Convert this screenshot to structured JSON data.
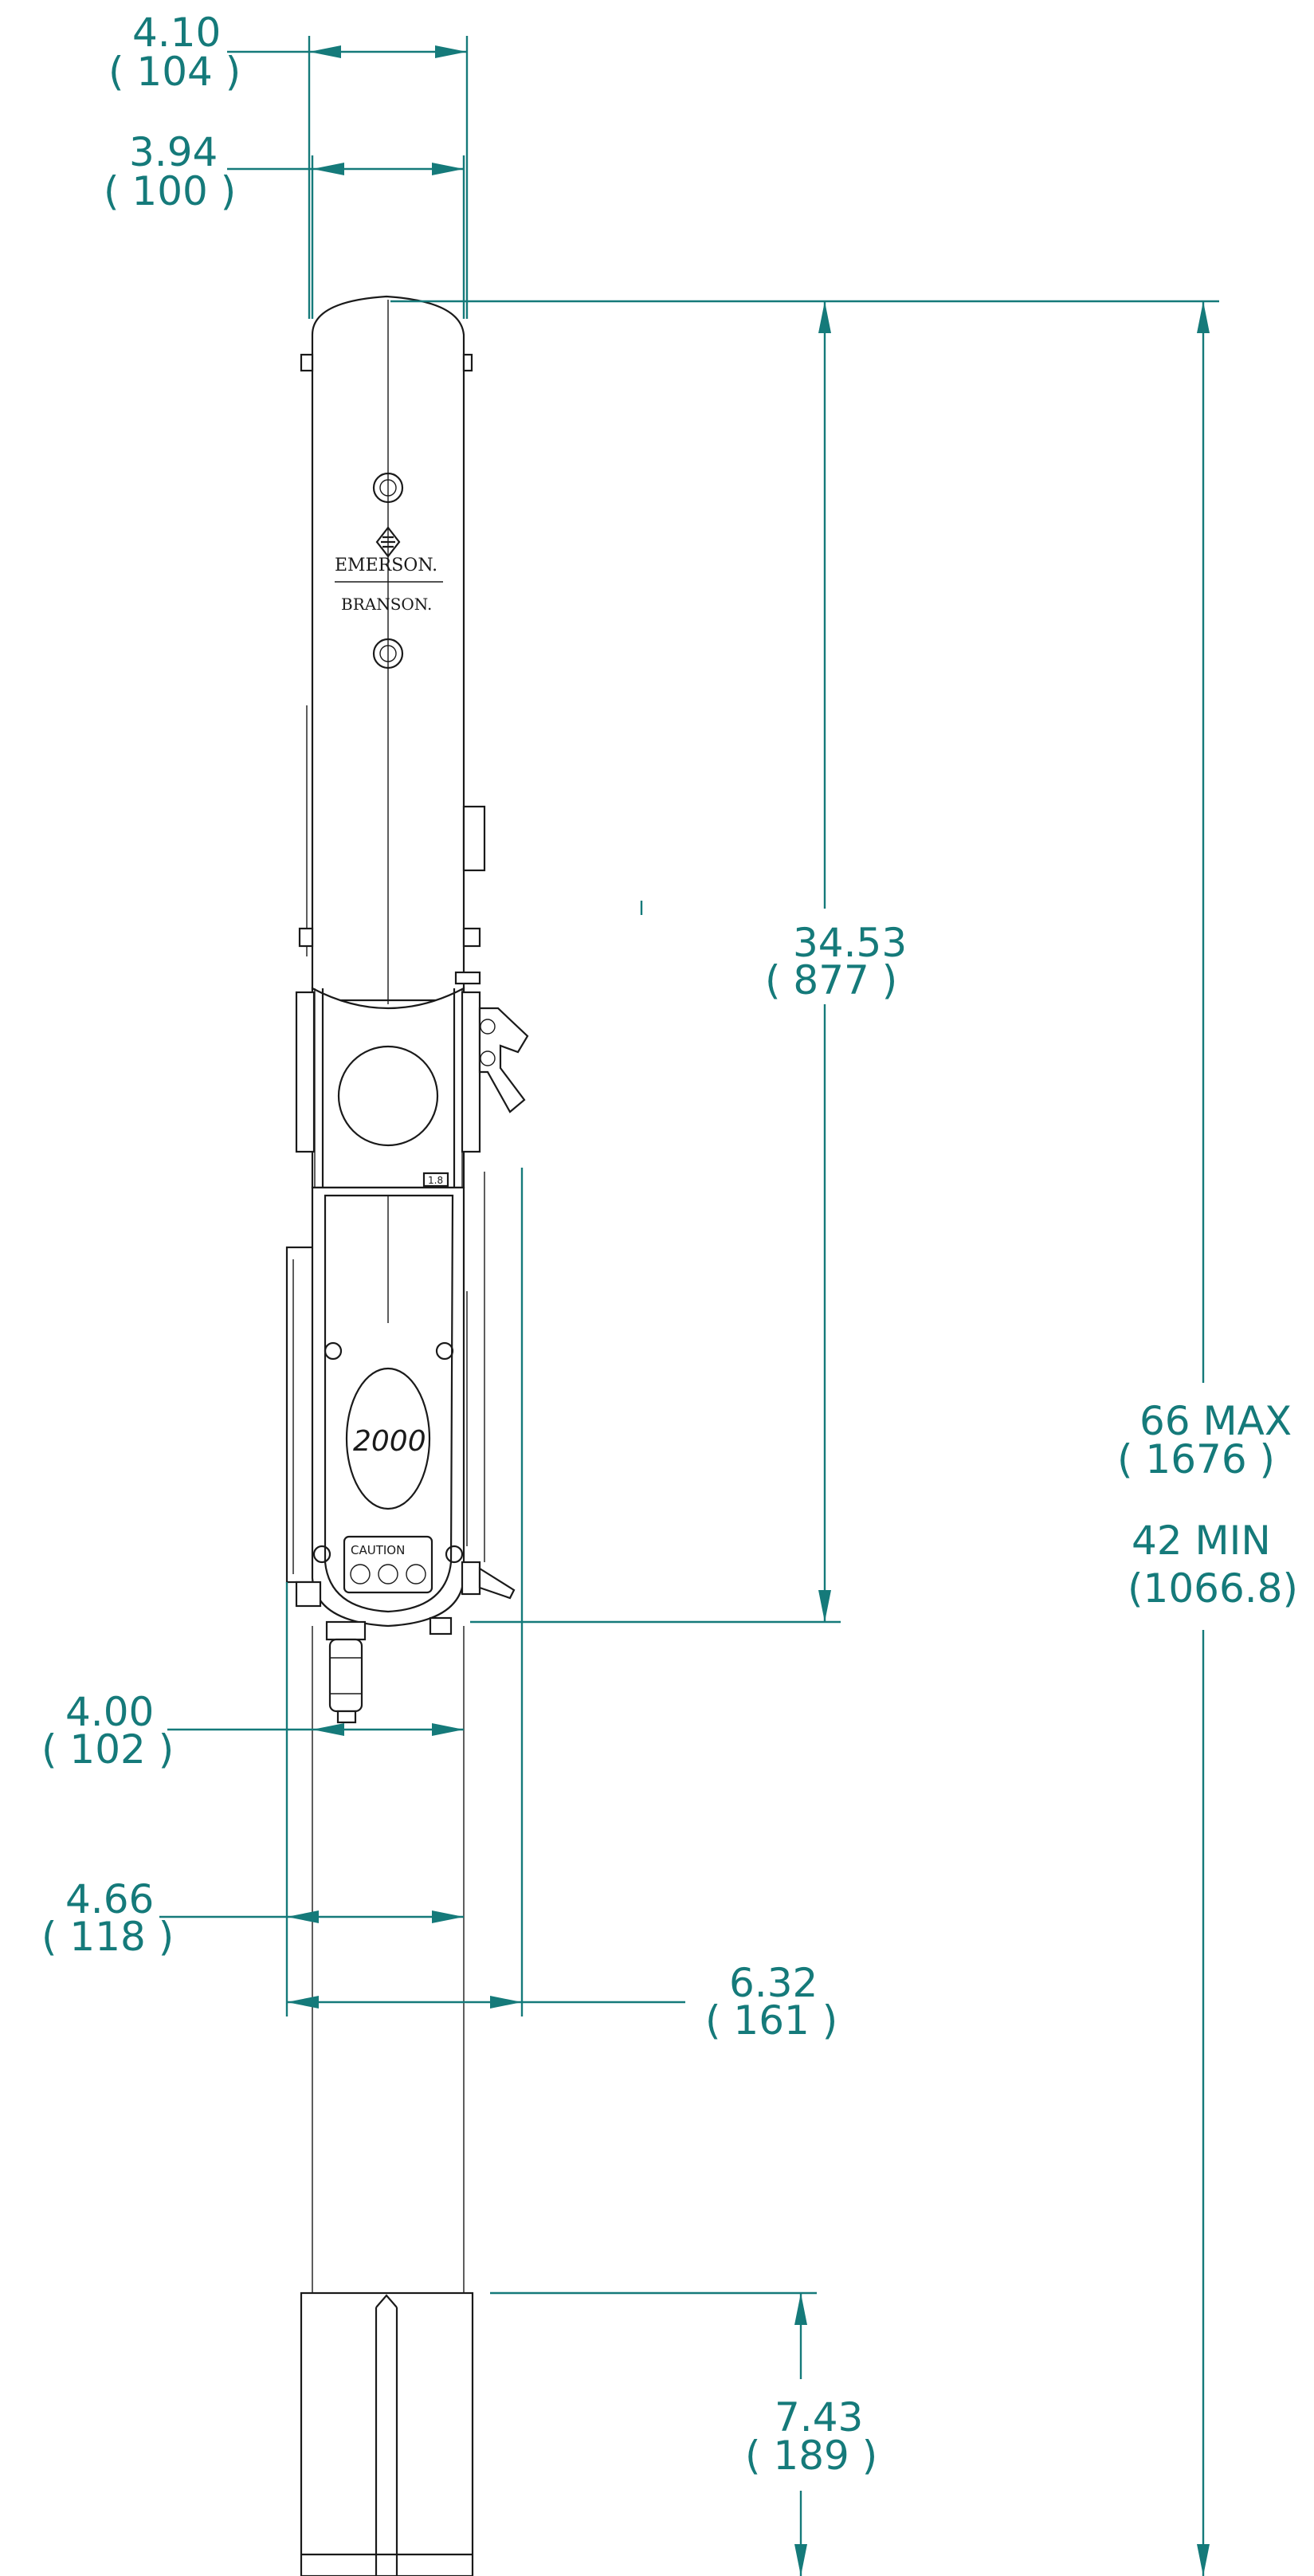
{
  "drawing": {
    "dimensions": {
      "width_top": {
        "inch": "4.10",
        "mm": "( 104 )"
      },
      "width_head": {
        "inch": "3.94",
        "mm": "( 100 )"
      },
      "height_actuator": {
        "inch": "34.53",
        "mm": "( 877 )"
      },
      "height_max": {
        "inch": "66 MAX",
        "mm": "( 1676 )"
      },
      "height_min": {
        "inch": "42 MIN",
        "mm": "(1066.8)"
      },
      "width_base": {
        "inch": "4.00",
        "mm": "( 102 )"
      },
      "width_body": {
        "inch": "4.66",
        "mm": "( 118 )"
      },
      "width_overall": {
        "inch": "6.32",
        "mm": "( 161 )"
      },
      "height_column_base": {
        "inch": "7.43",
        "mm": "( 189 )"
      }
    },
    "labels": {
      "brand_top": "EMERSON.",
      "brand_bottom": "BRANSON.",
      "model_badge": "2000",
      "caution": "CAUTION",
      "stroke_scale": "1.8"
    },
    "colors": {
      "dimension": "#157a7a",
      "outline": "#1a1a1a"
    }
  }
}
